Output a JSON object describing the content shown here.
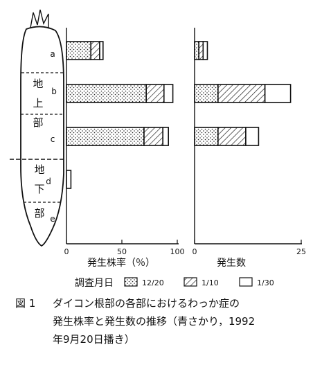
{
  "chart_data": {
    "type": "bar",
    "orientation": "horizontal",
    "stacked": true,
    "categories": [
      "a",
      "b",
      "c",
      "d",
      "e"
    ],
    "category_labels": {
      "a": "a",
      "b": "b",
      "c": "c",
      "d": "d",
      "e": "e",
      "above_ground": [
        "地",
        "上",
        "部"
      ],
      "below_ground": [
        "地",
        "下",
        "部"
      ]
    },
    "panels": [
      {
        "id": "rate",
        "xlabel": "発生株率（％）",
        "xlim": [
          0,
          100
        ],
        "xticks": [
          "0",
          "50",
          "100"
        ],
        "series": [
          {
            "name": "12/20",
            "values": [
              22,
              72,
              70,
              0,
              0
            ]
          },
          {
            "name": "1/10",
            "values": [
              8,
              16,
              17,
              0,
              0
            ]
          },
          {
            "name": "1/30",
            "values": [
              3,
              8,
              5,
              4,
              0
            ]
          }
        ]
      },
      {
        "id": "count",
        "xlabel": "発生数",
        "xlim": [
          0,
          25
        ],
        "xticks": [
          "0",
          "25"
        ],
        "series": [
          {
            "name": "12/20",
            "values": [
              1,
              5.5,
              5.5,
              0,
              0
            ]
          },
          {
            "name": "1/10",
            "values": [
              1,
              11,
              6.5,
              0,
              0
            ]
          },
          {
            "name": "1/30",
            "values": [
              1,
              6,
              3,
              0,
              0
            ]
          }
        ]
      }
    ],
    "legend": {
      "title": "調査月日",
      "items": [
        "12/20",
        "1/10",
        "1/30"
      ],
      "placement": "bottom"
    }
  },
  "caption": {
    "figure_label": "図 1",
    "line1": "ダイコン根部の各部におけるわっか症の",
    "line2": "発生株率と発生数の推移（青さかり，1992",
    "line3": "年9月20日播き）"
  },
  "colors": {
    "ink": "#111111",
    "fill_12_20": "#ffffff",
    "fill_1_10": "#ffffff",
    "fill_1_30": "#ffffff"
  }
}
